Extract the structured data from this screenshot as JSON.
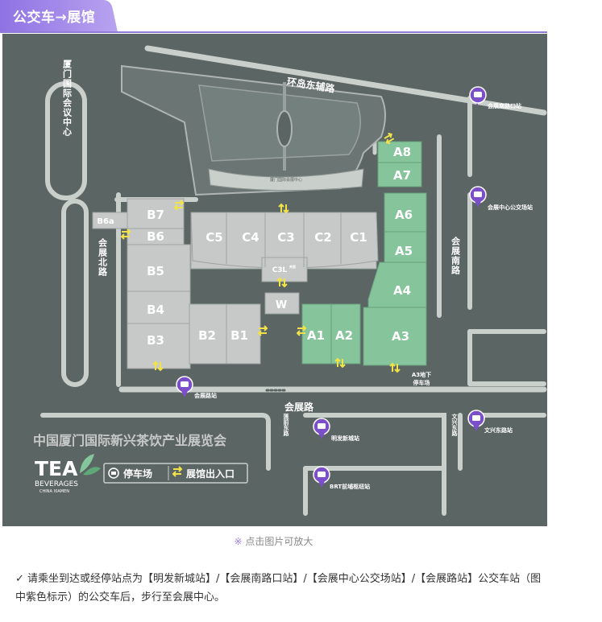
{
  "header": {
    "tab_label": "公交车→展馆",
    "tab_color": "#9b82e6"
  },
  "colors": {
    "map_bg": "#5b6563",
    "road": "#c9cfcb",
    "hall_gray": "#c7c9c8",
    "hall_green": "#86c49b",
    "bus_stop": "#7a4fc9",
    "entrance_arrow": "#f1e24a"
  },
  "map": {
    "roads": {
      "huandao_east_aux": "环岛东辅路",
      "huizhan_north": "会展北路",
      "huizhan_south": "会展南路",
      "huizhan": "会展路",
      "mingfa_east": "莲前东路",
      "wenxing_east": "文兴东路",
      "xiamen_convention": "厦门国际会议中心"
    },
    "plaza_sign": "厦门国际会展中心",
    "halls": {
      "b6a": "B6a",
      "b7": "B7",
      "b6": "B6",
      "b5": "B5",
      "b4": "B4",
      "b3": "B3",
      "b2": "B2",
      "b1": "B1",
      "c5": "C5",
      "c4": "C4",
      "c3": "C3",
      "c2": "C2",
      "c1": "C1",
      "c3l": "C3L",
      "c3l_sub": "夹层",
      "w": "W",
      "a1": "A1",
      "a2": "A2",
      "a3": "A3",
      "a4": "A4",
      "a5": "A5",
      "a6": "A6",
      "a7": "A7",
      "a8": "A8"
    },
    "bus_stops": {
      "huizhan_south_gate": "会展南路口站",
      "huizhan_center": "会展中心公交场站",
      "huizhan_road": "会展路站",
      "mingfa_xincheng": "明发新城站",
      "wenxing_east": "文兴东路站",
      "brt_hub": "BRT前埔枢纽站"
    },
    "a3_parking_line1": "A3地下",
    "a3_parking_line2": "停车场",
    "event_title": "中国厦门国际新兴茶饮产业展览会",
    "logo": {
      "word": "TEA",
      "sub": "BEVERAGES",
      "sub2": "CHINA XIAMEN"
    },
    "legend": {
      "parking": "停车场",
      "entrance": "展馆出入口"
    }
  },
  "caption": {
    "mark": "※",
    "text": " 点击图片可放大"
  },
  "note": {
    "check": "✓",
    "text": " 请乘坐到达或经停站点为【明发新城站】/【会展南路口站】/【会展中心公交场站】/【会展路站】公交车站（图中紫色标示）的公交车后，步行至会展中心。"
  }
}
